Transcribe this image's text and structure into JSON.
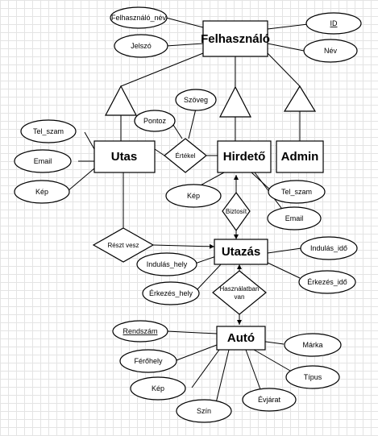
{
  "entities": {
    "felhasznalo": "Felhasználó",
    "utas": "Utas",
    "hirdeto": "Hirdető",
    "admin": "Admin",
    "utazas": "Utazás",
    "auto": "Autó"
  },
  "attributes": {
    "felhasznalo_nev": "Felhasználó_név",
    "jelszo": "Jelszó",
    "id": "ID",
    "nev": "Név",
    "tel_szam_utas": "Tel_szam",
    "email_utas": "Email",
    "kep_utas": "Kép",
    "pontoz": "Pontoz",
    "szoveg": "Szöveg",
    "kep_hirdeto": "Kép",
    "tel_szam_hirdeto": "Tel_szam",
    "email_hirdeto": "Email",
    "indulas_hely": "Indulás_hely",
    "erkezes_hely": "Érkezés_hely",
    "indulas_ido": "Indulás_idő",
    "erkezes_ido": "Érkezés_idő",
    "rendszam": "Rendszám",
    "ferohely": "Férőhely",
    "kep_auto": "Kép",
    "szin": "Szín",
    "evjarat": "Évjárat",
    "tipus": "Típus",
    "marka": "Márka"
  },
  "relationships": {
    "ertekel": "Értékel",
    "biztosit": "Biztosít",
    "reszt_vesz": "Részt vesz",
    "hasznalatban_line1": "Használatban",
    "hasznalatban_line2": "van"
  }
}
